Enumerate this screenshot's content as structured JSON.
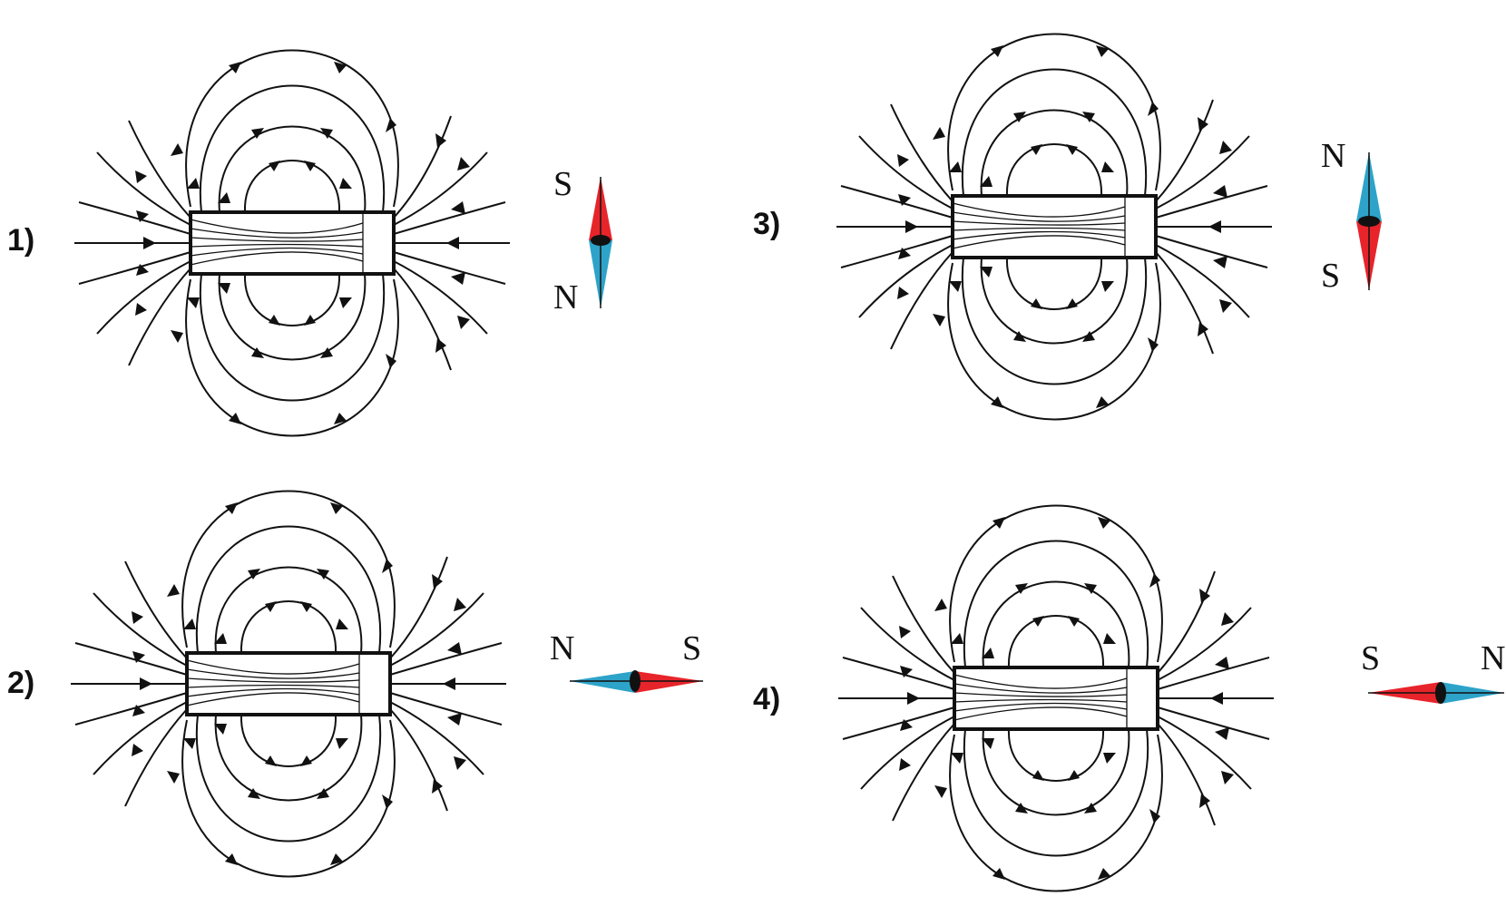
{
  "options": [
    {
      "label": "1)",
      "compass": {
        "orientation": "vertical",
        "top_pole": "S",
        "bottom_pole": "N",
        "top_color": "#e8242b",
        "bottom_color": "#2ea3c9"
      }
    },
    {
      "label": "2)",
      "compass": {
        "orientation": "horizontal",
        "left_pole": "N",
        "right_pole": "S",
        "left_color": "#2ea3c9",
        "right_color": "#e8242b"
      }
    },
    {
      "label": "3)",
      "compass": {
        "orientation": "vertical",
        "top_pole": "N",
        "bottom_pole": "S",
        "top_color": "#2ea3c9",
        "bottom_color": "#e8242b"
      }
    },
    {
      "label": "4)",
      "compass": {
        "orientation": "horizontal",
        "left_pole": "S",
        "right_pole": "N",
        "left_color": "#e8242b",
        "right_color": "#2ea3c9"
      }
    }
  ]
}
